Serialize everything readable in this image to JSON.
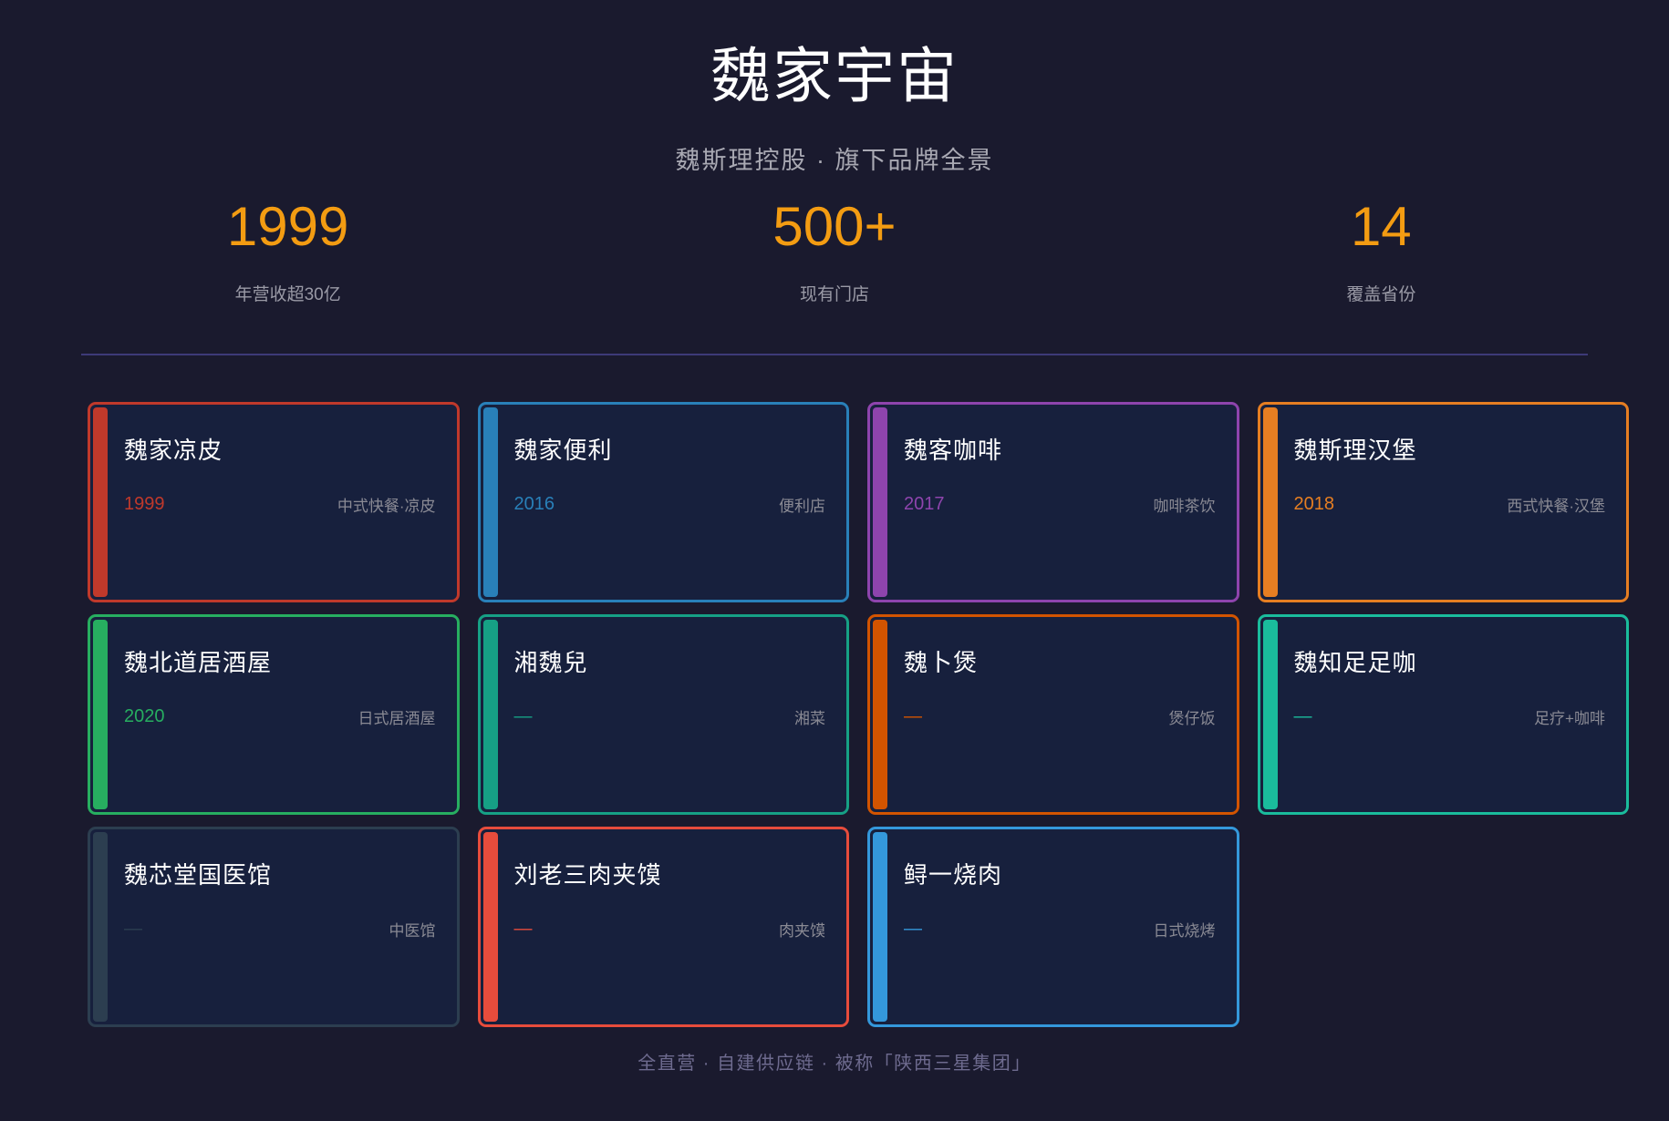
{
  "header": {
    "title": "魏家宇宙",
    "subtitle": "魏斯理控股 · 旗下品牌全景"
  },
  "stats": [
    {
      "value": "1999",
      "label": "年营收超30亿"
    },
    {
      "value": "500+",
      "label": "现有门店"
    },
    {
      "value": "14",
      "label": "覆盖省份"
    }
  ],
  "colors": {
    "background": "#1a1a2e",
    "card_background": "#17203d",
    "stat_accent": "#f39c12",
    "divider": "#3d3a78"
  },
  "brands": [
    {
      "name": "魏家凉皮",
      "year": "1999",
      "category": "中式快餐·凉皮",
      "color": "#c0392b"
    },
    {
      "name": "魏家便利",
      "year": "2016",
      "category": "便利店",
      "color": "#2980b9"
    },
    {
      "name": "魏客咖啡",
      "year": "2017",
      "category": "咖啡茶饮",
      "color": "#8e44ad"
    },
    {
      "name": "魏斯理汉堡",
      "year": "2018",
      "category": "西式快餐·汉堡",
      "color": "#e67e22"
    },
    {
      "name": "魏北道居酒屋",
      "year": "2020",
      "category": "日式居酒屋",
      "color": "#27ae60"
    },
    {
      "name": "湘魏兒",
      "year": "—",
      "category": "湘菜",
      "color": "#16a085"
    },
    {
      "name": "魏卜煲",
      "year": "—",
      "category": "煲仔饭",
      "color": "#d35400"
    },
    {
      "name": "魏知足足咖",
      "year": "—",
      "category": "足疗+咖啡",
      "color": "#1abc9c"
    },
    {
      "name": "魏芯堂国医馆",
      "year": "—",
      "category": "中医馆",
      "color": "#2c3e50"
    },
    {
      "name": "刘老三肉夹馍",
      "year": "—",
      "category": "肉夹馍",
      "color": "#e74c3c"
    },
    {
      "name": "鲟一烧肉",
      "year": "—",
      "category": "日式烧烤",
      "color": "#3498db"
    }
  ],
  "footer": {
    "text": "全直营 · 自建供应链 · 被称「陕西三星集团」"
  }
}
